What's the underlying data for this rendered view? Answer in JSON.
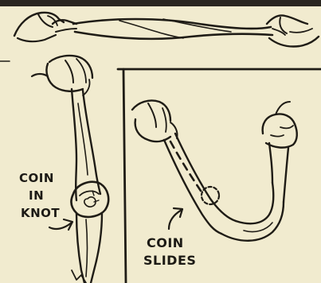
{
  "captions": {
    "coin_in_knot": [
      "COIN",
      "IN",
      "KNOT"
    ],
    "coin_slides": [
      "COIN",
      "SLIDES"
    ]
  },
  "colors": {
    "paper": "#f1ebcf",
    "ink": "#1f1c16"
  }
}
